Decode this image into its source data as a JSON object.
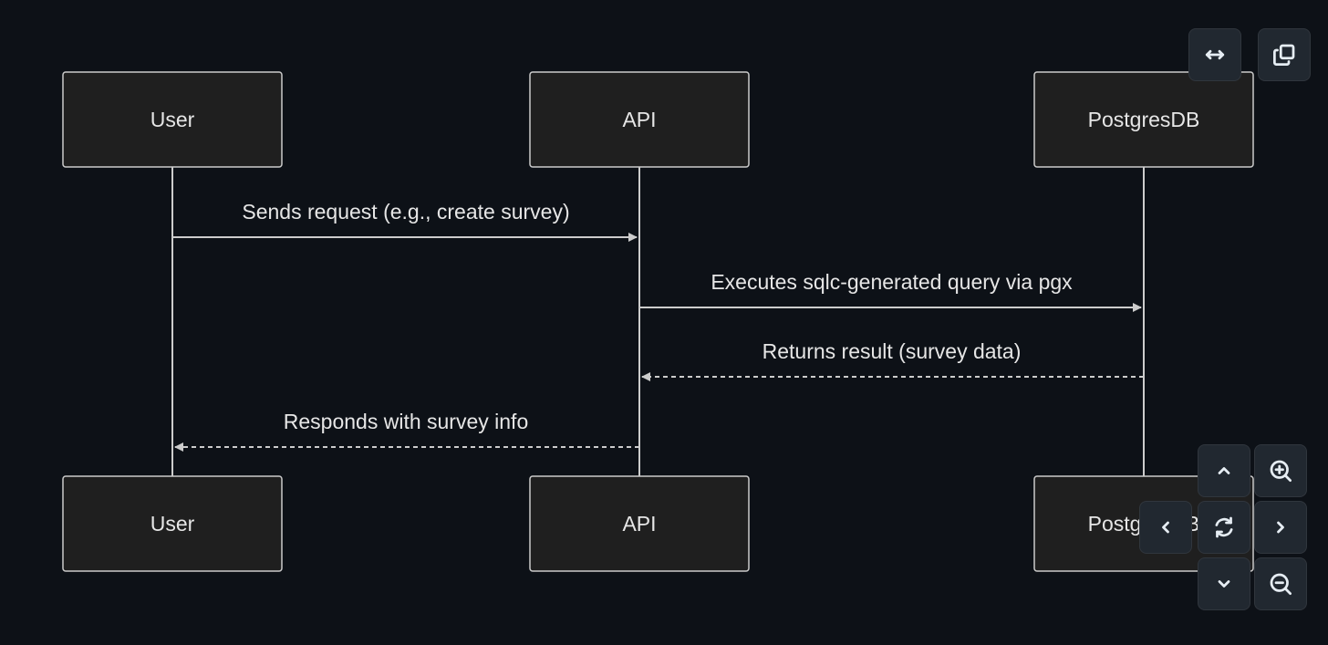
{
  "participants": [
    {
      "id": "user",
      "label": "User"
    },
    {
      "id": "api",
      "label": "API"
    },
    {
      "id": "db",
      "label": "PostgresDB"
    }
  ],
  "messages": [
    {
      "from": "user",
      "to": "api",
      "label": "Sends request (e.g., create survey)",
      "style": "solid"
    },
    {
      "from": "api",
      "to": "db",
      "label": "Executes sqlc-generated query via pgx",
      "style": "solid"
    },
    {
      "from": "db",
      "to": "api",
      "label": "Returns result (survey data)",
      "style": "dashed"
    },
    {
      "from": "api",
      "to": "user",
      "label": "Responds with survey info",
      "style": "dashed"
    }
  ],
  "controls": [
    {
      "name": "expand-width-button",
      "icon": "arrows-horizontal-icon"
    },
    {
      "name": "copy-button",
      "icon": "copy-icon"
    },
    {
      "name": "pan-up-button",
      "icon": "chevron-up-icon"
    },
    {
      "name": "zoom-in-button",
      "icon": "zoom-in-icon"
    },
    {
      "name": "pan-left-button",
      "icon": "chevron-left-icon"
    },
    {
      "name": "reset-view-button",
      "icon": "refresh-icon"
    },
    {
      "name": "pan-right-button",
      "icon": "chevron-right-icon"
    },
    {
      "name": "pan-down-button",
      "icon": "chevron-down-icon"
    },
    {
      "name": "zoom-out-button",
      "icon": "zoom-out-icon"
    }
  ],
  "colors": {
    "background": "#0d1117",
    "box_fill": "#1f1f1f",
    "line": "#cccccc",
    "text": "#e6e6e6",
    "control_bg": "#212830"
  }
}
